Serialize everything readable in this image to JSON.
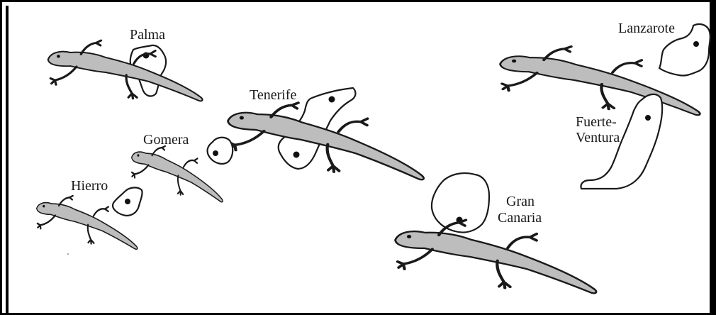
{
  "figure": {
    "frame_color": "#000000",
    "background_color": "#ffffff",
    "ink_color": "#1a1a1a"
  },
  "islands": {
    "palma": {
      "label": "Palma"
    },
    "tenerife": {
      "label": "Tenerife"
    },
    "gomera": {
      "label": "Gomera"
    },
    "hierro": {
      "label": "Hierro"
    },
    "lanzarote": {
      "label": "Lanzarote"
    },
    "fuerteventura": {
      "label_line1": "Fuerte-",
      "label_line2": "Ventura"
    },
    "gran_canaria": {
      "label_line1": "Gran",
      "label_line2": "Canaria"
    }
  }
}
